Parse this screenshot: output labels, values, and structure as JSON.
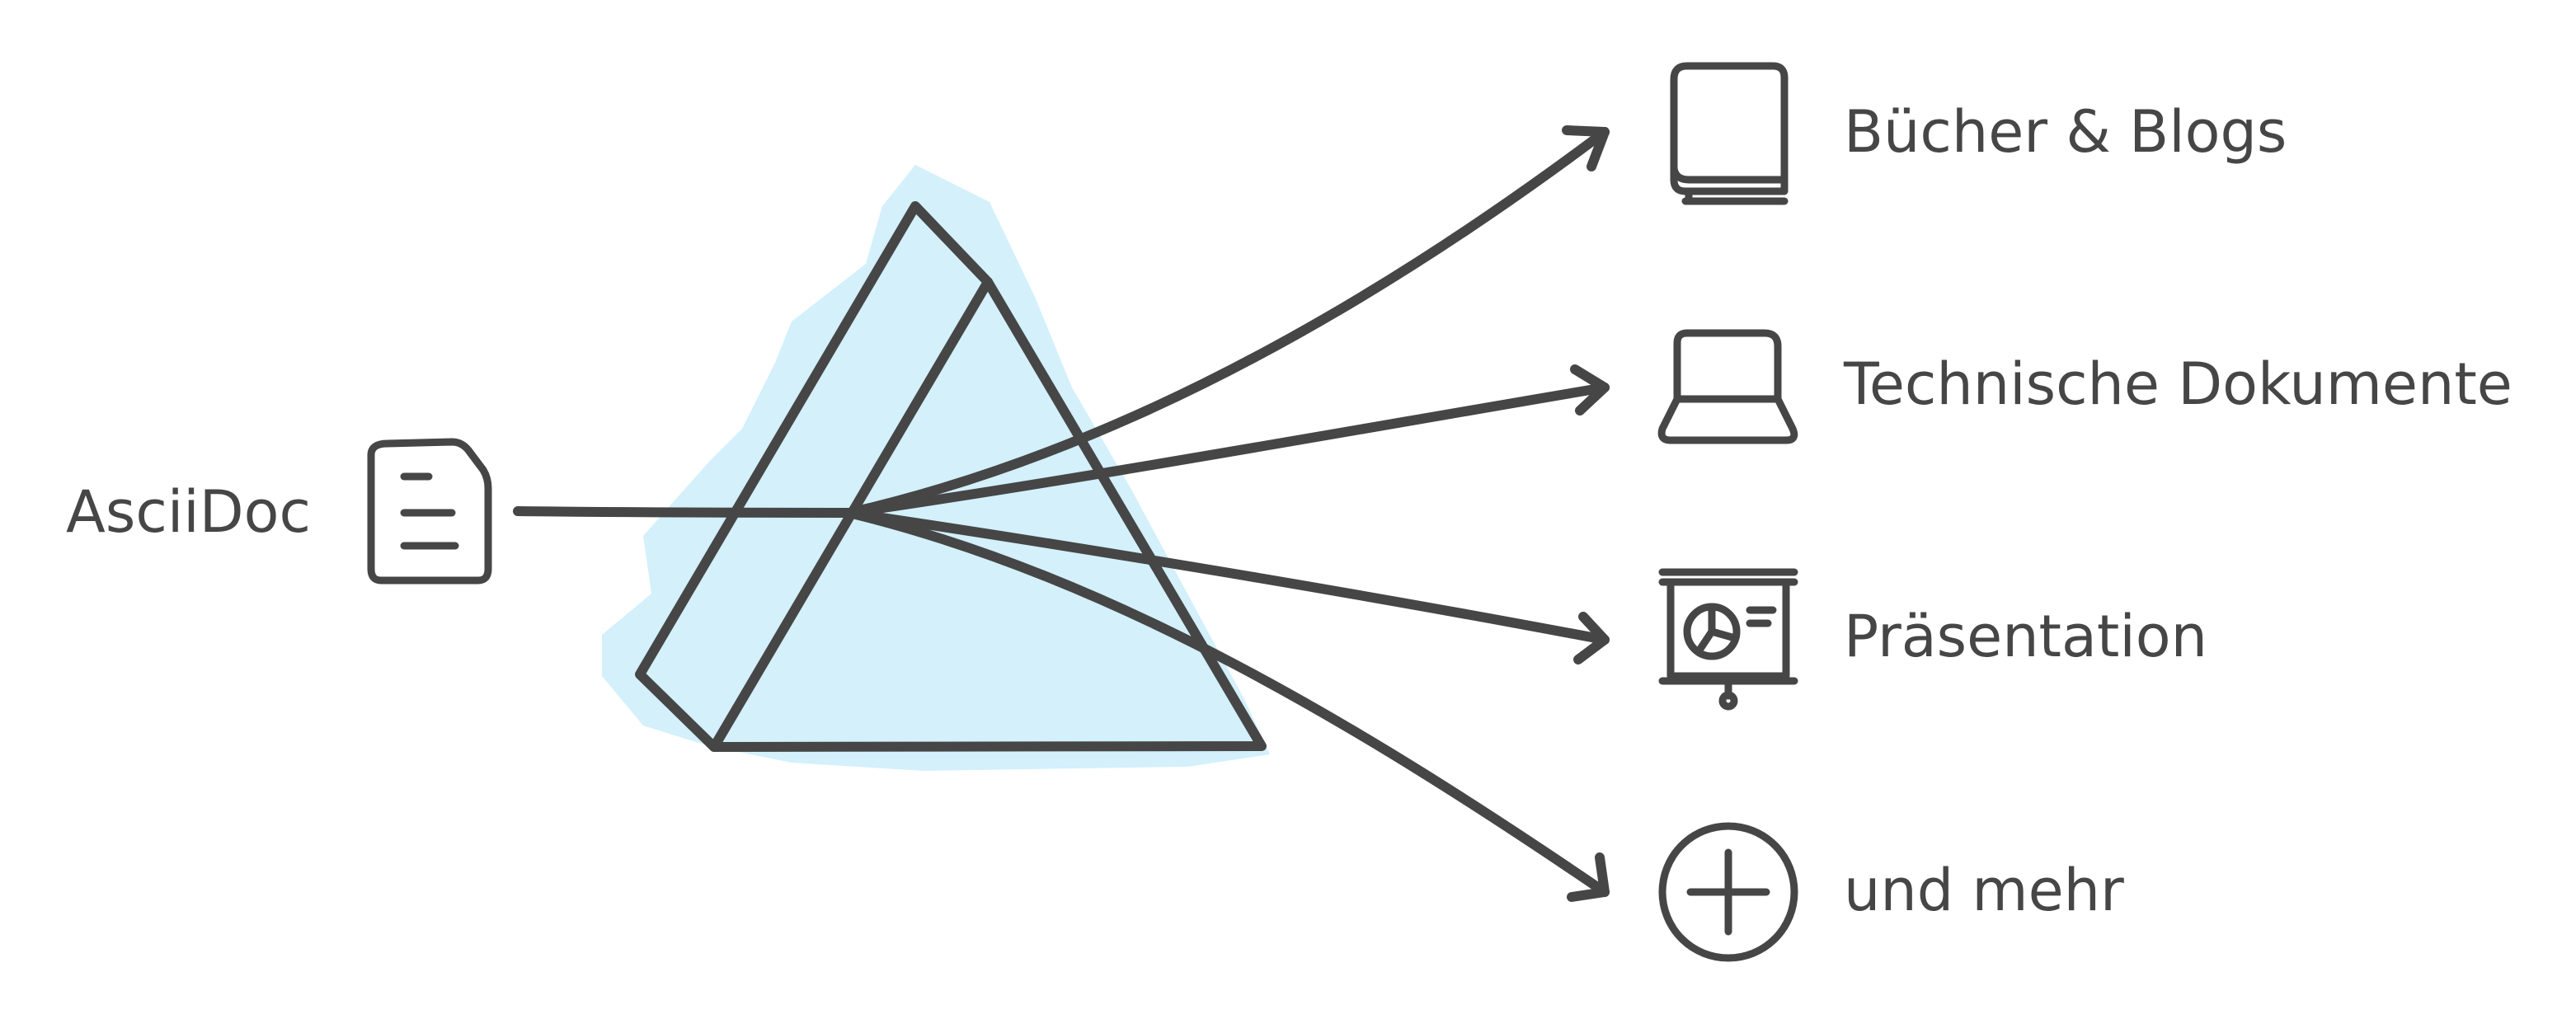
{
  "colors": {
    "ink": "#464646",
    "prism_fill": "#d3f0fb",
    "background": "#ffffff"
  },
  "source": {
    "label": "AsciiDoc",
    "icon": "document-icon"
  },
  "outputs": [
    {
      "label": "Bücher & Blogs",
      "icon": "book-icon"
    },
    {
      "label": "Technische Dokumente",
      "icon": "laptop-icon"
    },
    {
      "label": "Präsentation",
      "icon": "presentation-board-icon"
    },
    {
      "label": "und mehr",
      "icon": "plus-circle-icon"
    }
  ]
}
